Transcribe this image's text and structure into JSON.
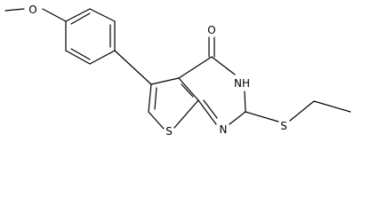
{
  "molecule": {
    "atoms": {
      "methoxy_o": "O",
      "carbonyl_o": "O",
      "nh": "NH",
      "ring_n": "N",
      "thiophene_s": "S",
      "thioether_s": "S"
    },
    "colors": {
      "bond": "#000000",
      "label": "#000000",
      "background": "#ffffff"
    }
  }
}
